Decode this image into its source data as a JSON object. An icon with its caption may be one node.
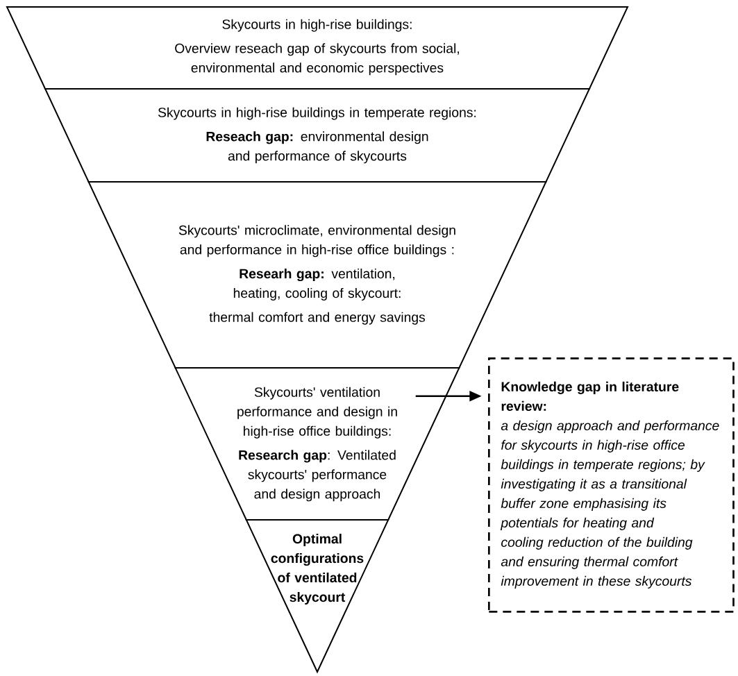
{
  "diagram": {
    "nodes": [
      {
        "text": [
          "Skycourts in high-rise buildings:",
          "Overview reseach gap of skycourts from social, environmental and economic perspectives"
        ]
      },
      {
        "text": [
          "Skycourts in high-rise buildings in temperate regions:",
          "**Reseach gap:** environmental design and performance of skycourts"
        ]
      },
      {
        "text": [
          "Skycourts' microclimate, environmental design and performance in high-rise office buildings :",
          "**Researh gap:** ventilation, heating,  cooling of skycourt:",
          "thermal comfort and energy savings"
        ]
      },
      {
        "text": [
          "Skycourts' ventilation performance and design in high-rise office buildings:",
          "**Research gap**: Ventilated skycourts' performance and design approach"
        ]
      },
      {
        "text": [
          "Optimal configurations of ventilated skycourt"
        ]
      },
      {
        "text": [
          "Knowledge gap in literature review:",
          "a design approach and performance for skycourts in high-rise office buildings in temperate regions; by investigating it as a transitional buffer zone emphasising  its potentials for heating and cooling reduction  of the building and ensuring thermal comfort improvement in these skycourts"
        ]
      }
    ],
    "edges": [
      {
        "from": 3,
        "to": 5,
        "arrow": "to"
      }
    ]
  }
}
